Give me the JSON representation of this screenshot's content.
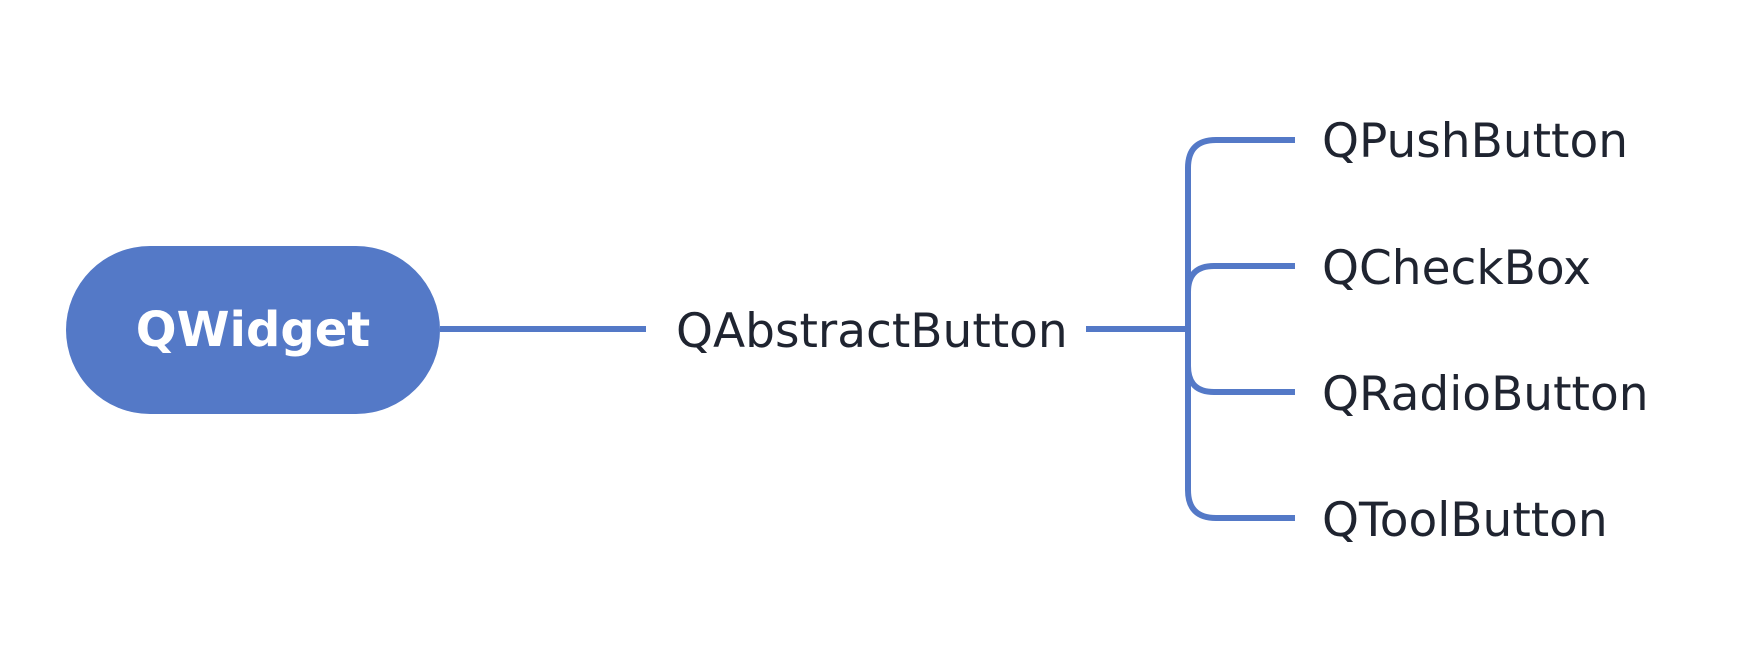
{
  "diagram": {
    "root": {
      "label": "QWidget"
    },
    "middle": {
      "label": "QAbstractButton"
    },
    "leaves": [
      {
        "label": "QPushButton"
      },
      {
        "label": "QCheckBox"
      },
      {
        "label": "QRadioButton"
      },
      {
        "label": "QToolButton"
      }
    ]
  },
  "colors": {
    "accent": "#5479C7",
    "text": "#1f2430",
    "background": "#ffffff"
  }
}
